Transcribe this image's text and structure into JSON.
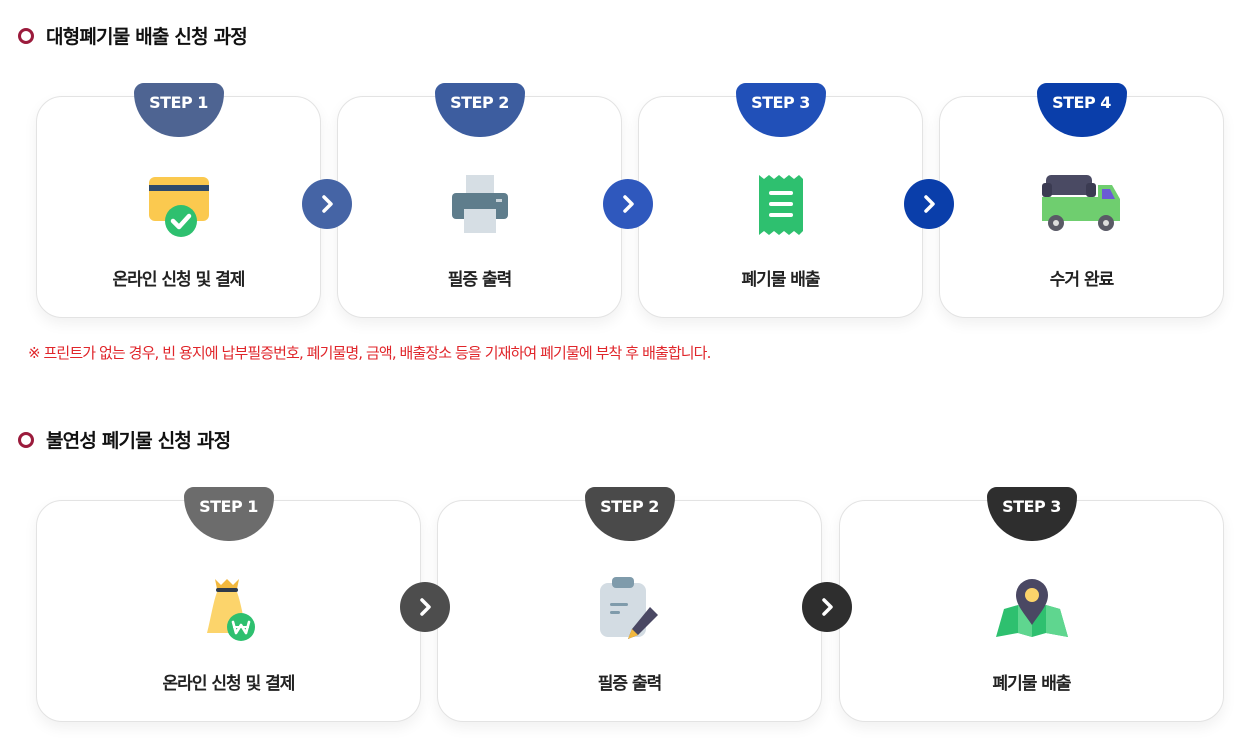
{
  "section1": {
    "title": "대형폐기물 배출 신청 과정",
    "steps": [
      {
        "badge": "STEP 1",
        "label": "온라인 신청 및 결제",
        "icon": "card-check-icon",
        "color": "#4e6492"
      },
      {
        "badge": "STEP 2",
        "label": "필증 출력",
        "icon": "printer-icon",
        "color": "#3d5d9f"
      },
      {
        "badge": "STEP 3",
        "label": "폐기물 배출",
        "icon": "receipt-icon",
        "color": "#2150b8"
      },
      {
        "badge": "STEP 4",
        "label": "수거 완료",
        "icon": "truck-icon",
        "color": "#0a3eaa"
      }
    ]
  },
  "notice": "※ 프린트가 없는 경우, 빈 용지에 납부필증번호, 폐기물명, 금액, 배출장소 등을 기재하여 폐기물에 부착 후 배출합니다.",
  "section2": {
    "title": "불연성 폐기물 신청 과정",
    "steps": [
      {
        "badge": "STEP 1",
        "label": "온라인 신청 및 결제",
        "icon": "money-bag-icon",
        "color": "#6c6c6c"
      },
      {
        "badge": "STEP 2",
        "label": "필증 출력",
        "icon": "clipboard-pen-icon",
        "color": "#4a4a4a"
      },
      {
        "badge": "STEP 3",
        "label": "폐기물 배출",
        "icon": "map-pin-icon",
        "color": "#2e2e2e"
      }
    ]
  }
}
